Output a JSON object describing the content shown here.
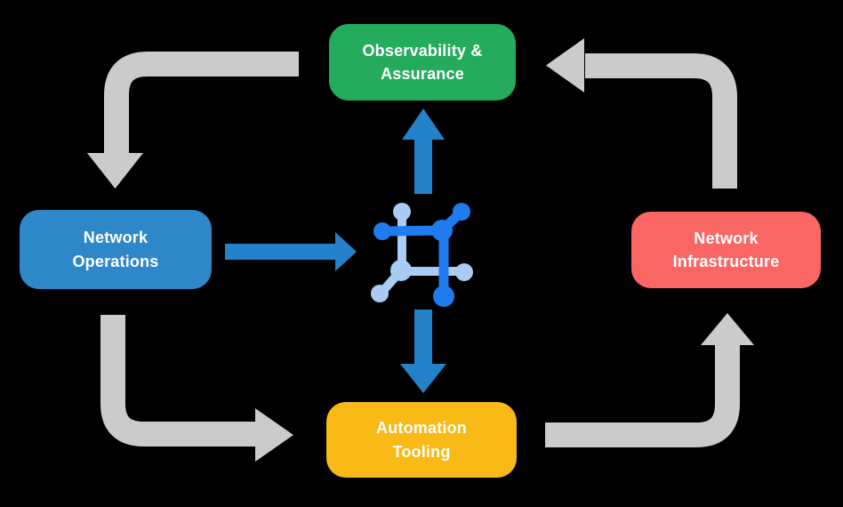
{
  "background_color": "#000000",
  "text_color": "#FFFFFF",
  "nodes": {
    "observability": {
      "label": "Observability &\nAssurance",
      "color": "#24AC5C"
    },
    "network_operations": {
      "label": "Network\nOperations",
      "color": "#2E87C9"
    },
    "network_infrastructure": {
      "label": "Network\nInfrastructure",
      "color": "#FA6663"
    },
    "automation_tooling": {
      "label": "Automation\nTooling",
      "color": "#F9BA17"
    }
  },
  "center_icon": {
    "name": "network-node-icon",
    "dark_color": "#1E7CEE",
    "light_color": "#A9CBF4"
  },
  "arrows": {
    "cycle_color": "#CBCBCB",
    "flow_color": "#2382C9",
    "cycle_flows": [
      "observability-assurance -> network-operations",
      "network-operations -> automation-tooling",
      "automation-tooling -> network-infrastructure",
      "network-infrastructure -> observability-assurance"
    ],
    "center_flows": [
      "network-operations -> network-node-icon",
      "network-node-icon -> observability-assurance",
      "network-node-icon -> automation-tooling"
    ]
  }
}
